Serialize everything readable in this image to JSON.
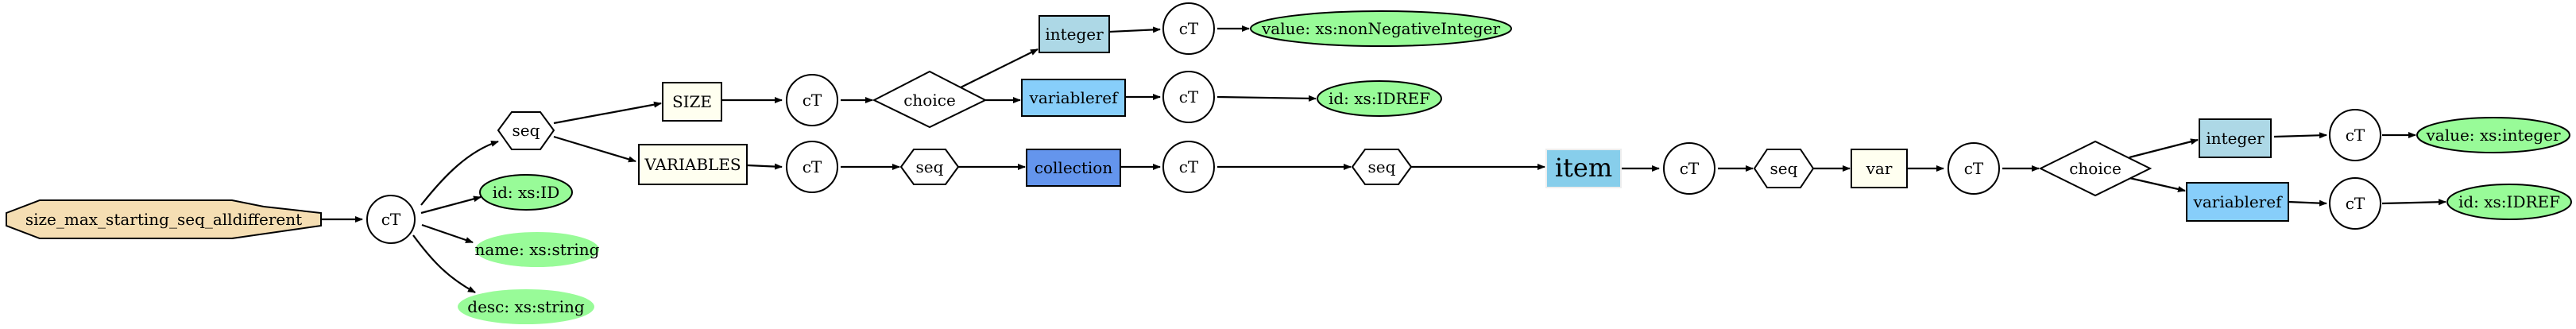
{
  "nodes": {
    "root": "size_max_starting_seq_alldifferent",
    "ct_root": "cT",
    "seq1": "seq",
    "attr_id": "id: xs:ID",
    "attr_name": "name: xs:string",
    "attr_desc": "desc: xs:string",
    "size": "SIZE",
    "variables": "VARIABLES",
    "ct_size": "cT",
    "ct_vars": "cT",
    "choice1": "choice",
    "integer1": "integer",
    "variableref1": "variableref",
    "ct_int1": "cT",
    "ct_varref1": "cT",
    "value_nonneg": "value: xs:nonNegativeInteger",
    "id_idref1": "id: xs:IDREF",
    "seq2": "seq",
    "collection": "collection",
    "ct_collection": "cT",
    "seq3": "seq",
    "item": "item",
    "ct_item": "cT",
    "seq4": "seq",
    "var": "var",
    "ct_var": "cT",
    "choice2": "choice",
    "integer2": "integer",
    "variableref2": "variableref",
    "ct_int2": "cT",
    "ct_varref2": "cT",
    "value_int": "value: xs:integer",
    "id_idref2": "id: xs:IDREF"
  },
  "colors": {
    "root_fill": "#f5deb3",
    "attribute_fill": "#98fb98",
    "element_fill": "#fffff0",
    "integer_fill": "#add8e6",
    "variableref_fill": "#87cefa",
    "collection_fill": "#6495ed",
    "item_fill": "#87ceeb",
    "shape_fill": "#ffffff",
    "stroke": "#000000"
  }
}
